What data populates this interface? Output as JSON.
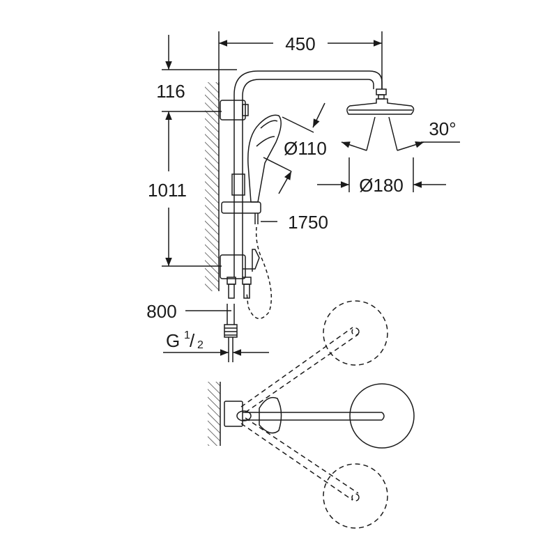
{
  "dimensions": {
    "width_total": "450",
    "arm_height": "116",
    "rail_height": "1011",
    "hand_shower_dia": "Ø110",
    "head_dia": "Ø180",
    "spray_angle": "30°",
    "shower_height": "1750",
    "hose_length": "800",
    "thread_prefix": "G",
    "thread_num": "1",
    "thread_den": "2"
  },
  "colors": {
    "line": "#1a1a1a",
    "hatch": "#333333",
    "background": "#ffffff"
  }
}
